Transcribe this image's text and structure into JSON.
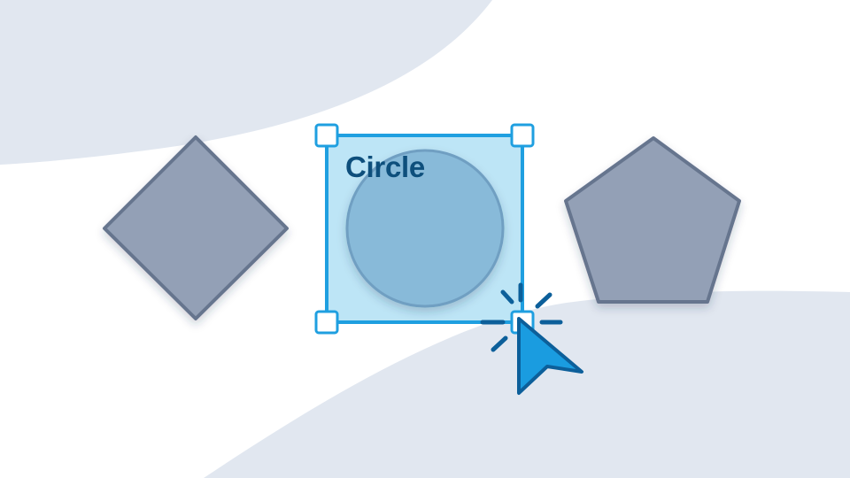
{
  "canvas": {
    "background_color": "#ffffff",
    "blob_color": "#e1e7f0"
  },
  "shapes": [
    {
      "kind": "diamond",
      "icon": "diamond-icon",
      "selected": false,
      "fill": "#93a0b6",
      "stroke": "#66758e"
    },
    {
      "kind": "circle",
      "icon": "circle-icon",
      "selected": true,
      "fill": "#88bad9",
      "stroke": "#6f9fc2"
    },
    {
      "kind": "pentagon",
      "icon": "pentagon-icon",
      "selected": false,
      "fill": "#93a0b6",
      "stroke": "#66758e"
    }
  ],
  "selection": {
    "label": "Circle",
    "label_color": "#0e4f7c",
    "fill": "#bde5f6",
    "stroke": "#1f9fe0",
    "handle_fill": "#ffffff"
  },
  "cursor": {
    "icon": "arrow-cursor-icon",
    "fill": "#1a9ce0",
    "outline": "#0c5f9a",
    "click_burst_color": "#0c5f9a"
  }
}
